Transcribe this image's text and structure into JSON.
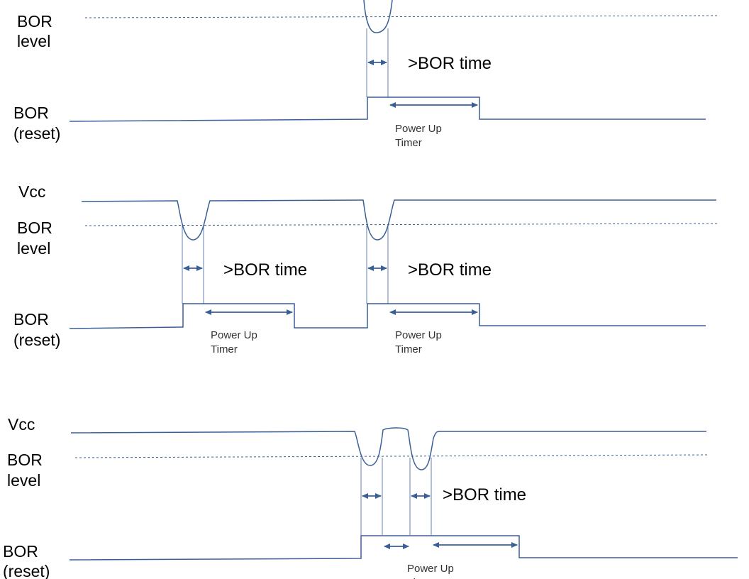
{
  "labels": {
    "vcc": "Vcc",
    "bor_line1": "BOR",
    "level_line2": "level",
    "reset_line2": "(reset)",
    "bor_time": ">BOR time",
    "power_up_line1": "Power Up",
    "timer_line2": "Timer"
  },
  "colors": {
    "signal": "#3a5f97",
    "text": "#000000"
  }
}
